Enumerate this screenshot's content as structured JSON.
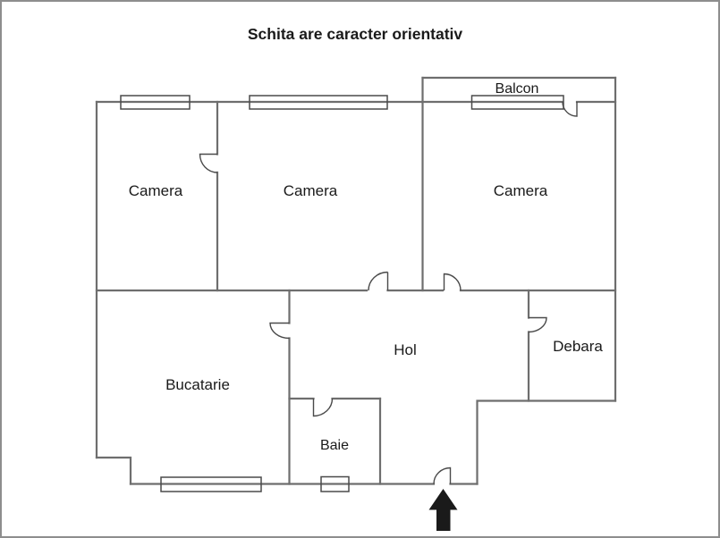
{
  "page": {
    "title": "Schita are caracter orientativ"
  },
  "rooms": {
    "camera_left": {
      "label": "Camera"
    },
    "camera_middle": {
      "label": "Camera"
    },
    "camera_right": {
      "label": "Camera"
    },
    "balcon": {
      "label": "Balcon"
    },
    "hol": {
      "label": "Hol"
    },
    "debara": {
      "label": "Debara"
    },
    "bucatarie": {
      "label": "Bucatarie"
    },
    "baie": {
      "label": "Baie"
    }
  },
  "colors": {
    "background": "#ffffff",
    "border": "#8e8e8e",
    "wall": "#6e6e6e",
    "detail": "#4a4a4a",
    "text": "#1a1a1a",
    "arrow": "#1a1a1a"
  }
}
